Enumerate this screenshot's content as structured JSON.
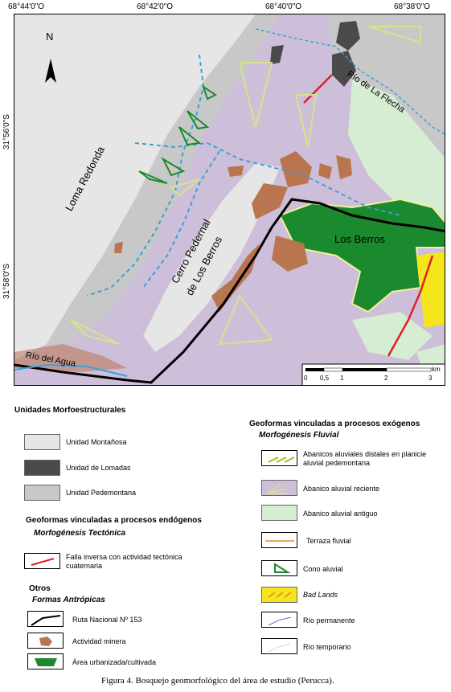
{
  "map": {
    "coords_top": [
      "68°44'0\"O",
      "68°42'0\"O",
      "68°40'0\"O",
      "68°38'0\"O"
    ],
    "coords_left": [
      "31°56'0\"S",
      "31°58'0\"S"
    ],
    "north_label": "N",
    "labels": {
      "loma_redonda": "Loma Redonda",
      "cerro_pedernal_1": "Cerro Pedernal",
      "cerro_pedernal_2": "de Los Berros",
      "los_berros": "Los Berros",
      "rio_flecha": "Río de La Flecha",
      "rio_agua": "Río del Agua"
    },
    "scale": {
      "unit": "km",
      "ticks": [
        "0",
        "0,5",
        "1",
        "2",
        "3"
      ]
    },
    "colors": {
      "montanosa": "#e6e6e6",
      "lomadas": "#4a4a4a",
      "pedemontana": "#c8c8c8",
      "abanico_reciente": "#cdbfd9",
      "abanico_antiguo": "#d6ecd3",
      "urbanizada": "#1b8a2e",
      "minera": "#b9754f",
      "badlands": "#f5e51c",
      "rio_permanente": "#3aa0d8",
      "falla": "#e02020"
    }
  },
  "legend": {
    "morfoestructurales_title": "Unidades Morfoestructurales",
    "unidad_montanosa": "Unidad Montañosa",
    "unidad_lomadas": "Unidad de Lomadas",
    "unidad_pedemontana": "Unidad Pedemontana",
    "endogenos_title": "Geoformas vinculadas a procesos endógenos",
    "tectonica_sub": "Morfogénesis Tectónica",
    "falla": "Falla inversa con actividad tectónica cuaternaria",
    "otros_title": "Otros",
    "antropicas_sub": "Formas Antrópicas",
    "ruta": "Ruta Nacional Nº 153",
    "minera": "Actividad minera",
    "urbanizada": "Área urbanizada/cultivada",
    "exogenos_title": "Geoformas vinculadas a procesos exógenos",
    "fluvial_sub": "Morfogénesis Fluvial",
    "abanicos_distales": "Abanicos aluviales distales en planicie aluvial pedemontana",
    "abanico_reciente": "Abanico aluvial reciente",
    "abanico_antiguo": "Abanico aluvial antiguo",
    "terraza": "Terraza fluvial",
    "cono": "Cono aluvial",
    "badlands": "Bad Lands",
    "rio_permanente": "Río permanente",
    "rio_temporario": "Río temporario"
  },
  "caption": "Figura 4. Bosquejo geomorfológico del área de estudio (Perucca)."
}
